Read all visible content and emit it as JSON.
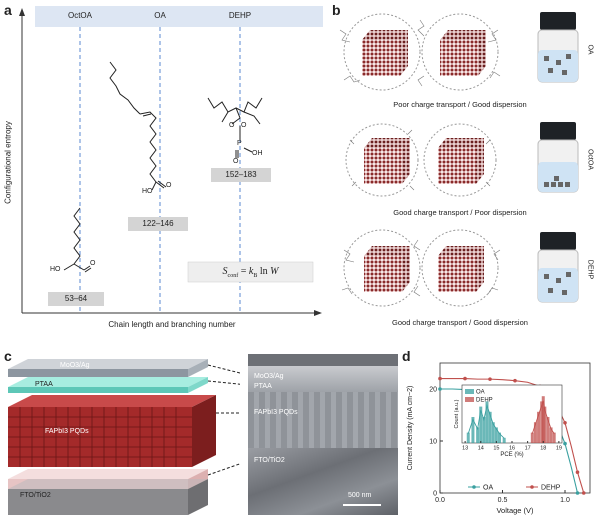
{
  "panel_a": {
    "label": "a",
    "headers": [
      "OctOA",
      "OA",
      "DEHP"
    ],
    "y_axis_label": "Configurational entropy",
    "x_axis_label": "Chain length and branching number",
    "ranges": [
      "53–64",
      "122–146",
      "152–183"
    ],
    "formula": "Sconf = kB ln W",
    "formula_parts": {
      "S": "S",
      "conf": "conf",
      "eq": " = ",
      "k": "k",
      "B": "B",
      "ln": " ln ",
      "W": "W"
    },
    "mol_labels": {
      "ho": "HO",
      "o": "O",
      "p": "P",
      "oh": "OH"
    }
  },
  "panel_b": {
    "label": "b",
    "rows": [
      {
        "caption": "Poor charge transport / Good dispersion",
        "vial_label": "OA"
      },
      {
        "caption": "Good charge transport / Poor dispersion",
        "vial_label": "OctOA"
      },
      {
        "caption": "Good charge transport / Good dispersion",
        "vial_label": "DEHP"
      }
    ]
  },
  "panel_c": {
    "label": "c",
    "layers_left": [
      "MoO3/Ag",
      "PTAA",
      "FAPbI3 PQDs",
      "FTO/TiO2"
    ],
    "layers_right": [
      "MoO3/Ag",
      "PTAA",
      "FAPbI3 PQDs",
      "FTO/TiO2"
    ],
    "scale_bar": "500 nm"
  },
  "panel_d": {
    "label": "d",
    "chart_data": [
      {
        "type": "line",
        "xlabel": "Voltage (V)",
        "ylabel": "Current Density (mA cm−2)",
        "xlim": [
          0,
          1.2
        ],
        "ylim": [
          0,
          25
        ],
        "xticks": [
          "0.0",
          "0.5",
          "1.0"
        ],
        "yticks": [
          "0",
          "10",
          "20"
        ],
        "series": [
          {
            "name": "OA",
            "color": "#3aa0a0",
            "x": [
              0,
              0.1,
              0.2,
              0.3,
              0.4,
              0.5,
              0.6,
              0.7,
              0.8,
              0.9,
              1.0,
              1.05,
              1.1
            ],
            "y": [
              20.0,
              20.0,
              19.9,
              19.9,
              19.8,
              19.7,
              19.5,
              19.1,
              18.0,
              15.5,
              9.5,
              5.0,
              0.0
            ]
          },
          {
            "name": "DEHP",
            "color": "#c0504d",
            "x": [
              0,
              0.1,
              0.2,
              0.3,
              0.4,
              0.5,
              0.6,
              0.7,
              0.8,
              0.9,
              1.0,
              1.05,
              1.1,
              1.15
            ],
            "y": [
              22.0,
              22.0,
              22.0,
              21.9,
              21.9,
              21.8,
              21.6,
              21.3,
              20.5,
              18.5,
              13.5,
              9.0,
              4.0,
              0.0
            ]
          }
        ],
        "legend": "bottom"
      },
      {
        "type": "bar",
        "xlabel": "PCE (%)",
        "ylabel": "Count (a.u.)",
        "xticks": [
          "13",
          "14",
          "15",
          "16",
          "17",
          "18",
          "19"
        ],
        "xlim": [
          12.8,
          19.2
        ],
        "series": [
          {
            "name": "OA",
            "color": "#3aa0a0",
            "x": [
              13.2,
              13.5,
              13.8,
              14.0,
              14.2,
              14.4,
              14.6,
              14.8,
              15.0,
              15.2,
              15.5
            ],
            "y": [
              2,
              5,
              3,
              7,
              5,
              8,
              6,
              4,
              3,
              2,
              1
            ]
          },
          {
            "name": "DEHP",
            "color": "#c0504d",
            "x": [
              17.3,
              17.5,
              17.7,
              17.9,
              18.0,
              18.1,
              18.3,
              18.5,
              18.7
            ],
            "y": [
              2,
              4,
              6,
              8,
              9,
              7,
              5,
              3,
              2
            ]
          }
        ],
        "legend": "top-left"
      }
    ]
  }
}
